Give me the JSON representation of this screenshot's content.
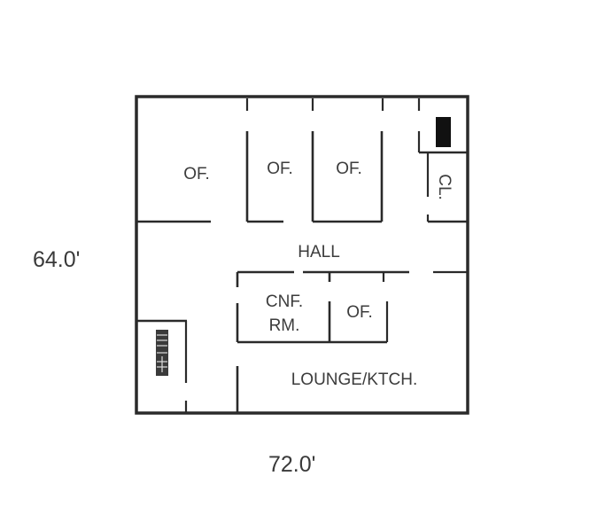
{
  "diagram": {
    "type": "floor-plan",
    "dimensions": {
      "height_label": "64.0'",
      "width_label": "72.0'"
    },
    "rooms": [
      {
        "id": "office-1",
        "label": "OF."
      },
      {
        "id": "office-2",
        "label": "OF."
      },
      {
        "id": "office-3",
        "label": "OF."
      },
      {
        "id": "closet",
        "label": "CL."
      },
      {
        "id": "hall",
        "label": "HALL"
      },
      {
        "id": "conference-room",
        "label_line1": "CNF.",
        "label_line2": "RM."
      },
      {
        "id": "office-4",
        "label": "OF."
      },
      {
        "id": "lounge-kitchen",
        "label": "LOUNGE/KTCH."
      }
    ],
    "symbols": [
      {
        "id": "elevator-or-shaft",
        "description": "solid black rectangle, top-right corner"
      },
      {
        "id": "stairs",
        "description": "stair symbol, lower-left room"
      }
    ],
    "colors": {
      "wall": "#2a2a2a",
      "text": "#3c3c3c",
      "background": "#ffffff"
    }
  }
}
